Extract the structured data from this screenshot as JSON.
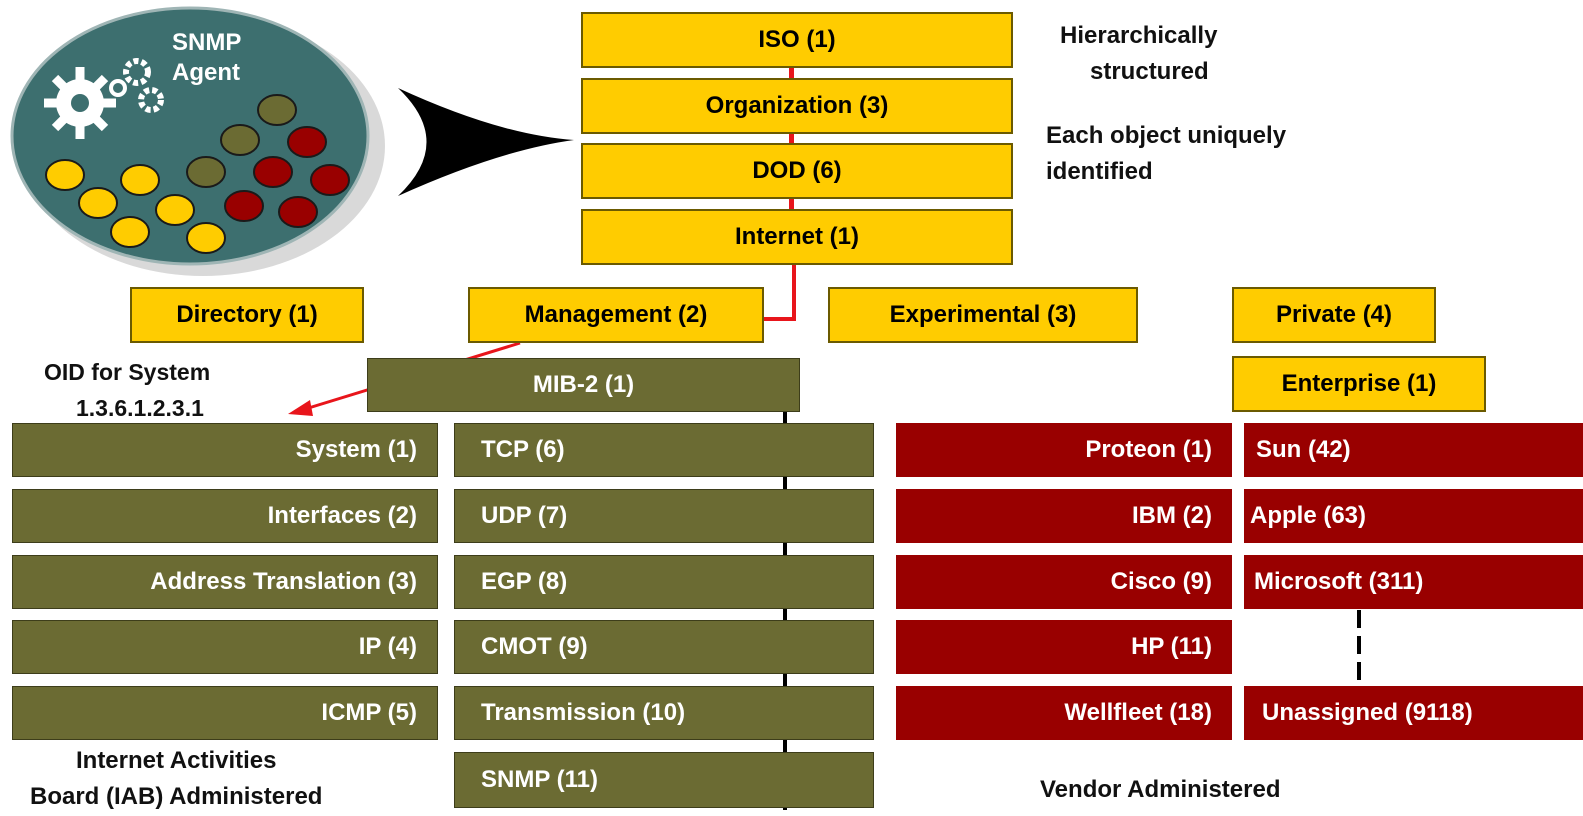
{
  "agent": {
    "title_line1": "SNMP",
    "title_line2": "Agent"
  },
  "colors": {
    "gold": "#ffcc00",
    "olive": "#6b6b33",
    "maroon": "#990000",
    "agent_teal": "#3d6f6f",
    "link_red": "#e8151b"
  },
  "tree": {
    "iso": "ISO (1)",
    "org": "Organization (3)",
    "dod": "DOD (6)",
    "internet": "Internet (1)",
    "directory": "Directory (1)",
    "management": "Management (2)",
    "experimental": "Experimental (3)",
    "private": "Private (4)",
    "enterprise": "Enterprise (1)",
    "mib2": "MIB-2  (1)"
  },
  "notes": {
    "hier_line1": "Hierarchically",
    "hier_line2": "structured",
    "unique_line1": "Each object uniquely",
    "unique_line2": "identified",
    "oid_line1": "OID for System",
    "oid_line2": "1.3.6.1.2.3.1",
    "iab_line1": "Internet Activities",
    "iab_line2": "Board (IAB) Administered",
    "vendor": "Vendor Administered"
  },
  "mib_left": [
    "System (1)",
    "Interfaces (2)",
    "Address Translation (3)",
    "IP (4)",
    "ICMP (5)"
  ],
  "mib_right": [
    "TCP (6)",
    "UDP (7)",
    "EGP (8)",
    "CMOT (9)",
    "Transmission (10)",
    "SNMP (11)"
  ],
  "vendors_left": [
    "Proteon (1)",
    "IBM (2)",
    "Cisco (9)",
    "HP (11)",
    "Wellfleet (18)"
  ],
  "vendors_right": [
    "Sun (42)",
    "Apple (63)",
    "Microsoft (311)",
    "Unassigned (9118)"
  ]
}
